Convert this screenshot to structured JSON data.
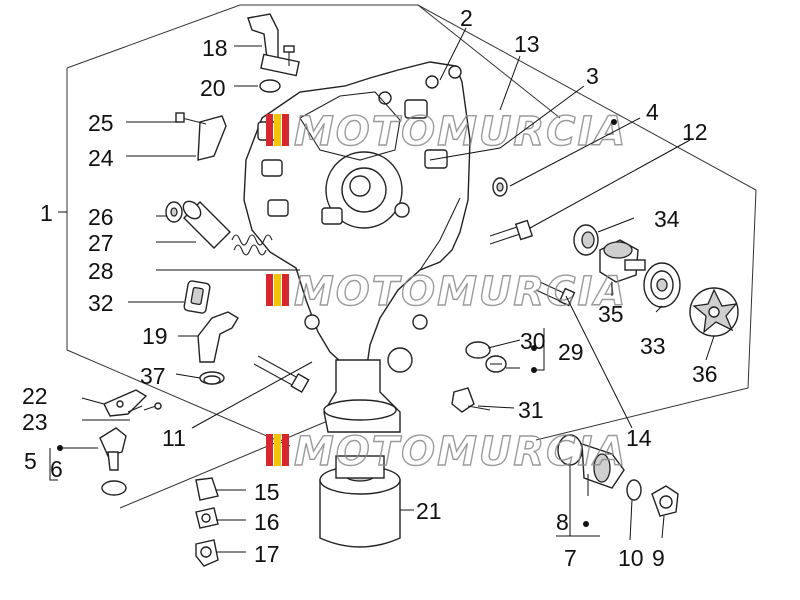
{
  "watermark": {
    "text": "MOTOMURCIA",
    "flag_colors": [
      "#d7262e",
      "#f3c400",
      "#d7262e"
    ]
  },
  "callouts": [
    {
      "id": "c1",
      "text": "1"
    },
    {
      "id": "c2",
      "text": "2"
    },
    {
      "id": "c3",
      "text": "3"
    },
    {
      "id": "c4",
      "text": "4"
    },
    {
      "id": "c5",
      "text": "5"
    },
    {
      "id": "c6",
      "text": "6"
    },
    {
      "id": "c7",
      "text": "7"
    },
    {
      "id": "c8",
      "text": "8"
    },
    {
      "id": "c9",
      "text": "9"
    },
    {
      "id": "c10",
      "text": "10"
    },
    {
      "id": "c11",
      "text": "11"
    },
    {
      "id": "c12",
      "text": "12"
    },
    {
      "id": "c13",
      "text": "13"
    },
    {
      "id": "c14",
      "text": "14"
    },
    {
      "id": "c15",
      "text": "15"
    },
    {
      "id": "c16",
      "text": "16"
    },
    {
      "id": "c17",
      "text": "17"
    },
    {
      "id": "c18",
      "text": "18"
    },
    {
      "id": "c19",
      "text": "19"
    },
    {
      "id": "c20",
      "text": "20"
    },
    {
      "id": "c21",
      "text": "21"
    },
    {
      "id": "c22",
      "text": "22"
    },
    {
      "id": "c23",
      "text": "23"
    },
    {
      "id": "c24",
      "text": "24"
    },
    {
      "id": "c25",
      "text": "25"
    },
    {
      "id": "c26",
      "text": "26"
    },
    {
      "id": "c27",
      "text": "27"
    },
    {
      "id": "c28",
      "text": "28"
    },
    {
      "id": "c29",
      "text": "29"
    },
    {
      "id": "c30",
      "text": "30"
    },
    {
      "id": "c31",
      "text": "31"
    },
    {
      "id": "c32",
      "text": "32"
    },
    {
      "id": "c33",
      "text": "33"
    },
    {
      "id": "c34",
      "text": "34"
    },
    {
      "id": "c35",
      "text": "35"
    },
    {
      "id": "c36",
      "text": "36"
    },
    {
      "id": "c37",
      "text": "37"
    }
  ]
}
